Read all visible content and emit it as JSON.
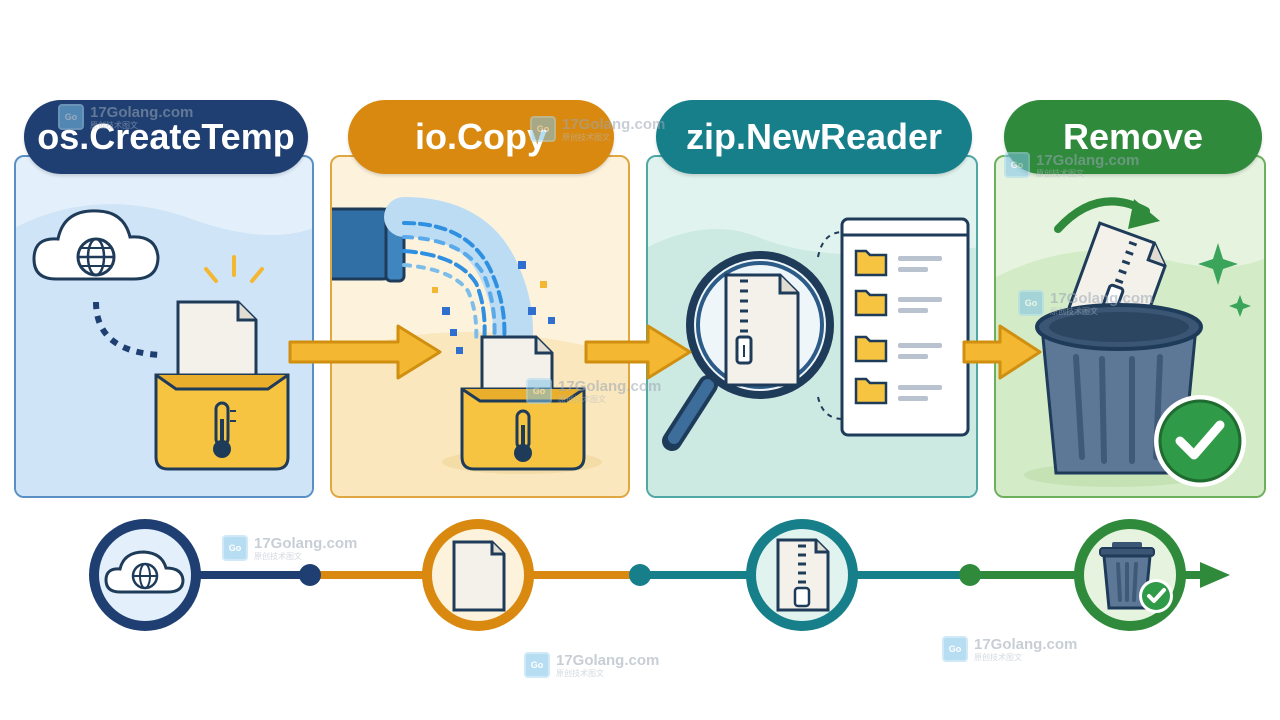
{
  "steps": [
    {
      "label": "os.CreateTemp",
      "color": "#1f3f73",
      "panel_bg": "#e3f0fb",
      "panel_border": "#5a8fc6"
    },
    {
      "label": "io.Copy",
      "color": "#d9890f",
      "panel_bg": "#fdf3dd",
      "panel_border": "#e0a640"
    },
    {
      "label": "zip.NewReader",
      "color": "#167f8a",
      "panel_bg": "#e1f3ef",
      "panel_border": "#4fa7a6"
    },
    {
      "label": "Remove",
      "color": "#2f8a3c",
      "panel_bg": "#e6f4df",
      "panel_border": "#6cb05c"
    }
  ],
  "icons": {
    "step1": [
      "cloud-globe-icon",
      "temp-folder-icon",
      "document-icon",
      "thermometer-icon"
    ],
    "step2": [
      "pipe-icon",
      "data-stream-icon",
      "temp-folder-icon",
      "thermometer-icon"
    ],
    "step3": [
      "magnifier-icon",
      "zip-file-icon",
      "file-list-window-icon"
    ],
    "step4": [
      "recycle-arrow-icon",
      "trash-bin-icon",
      "zip-file-icon",
      "checkmark-icon",
      "sparkle-icon"
    ]
  },
  "timeline": {
    "nodes": [
      "cloud-globe-icon",
      "document-icon",
      "zip-file-icon",
      "trash-check-icon"
    ]
  },
  "watermark": {
    "site": "17Golang.com",
    "logo_text": "Go",
    "sub": "原创技术图文"
  },
  "colors": {
    "arrow_fill": "#f4b731",
    "arrow_stroke": "#d08f0f",
    "folder": "#f6c440",
    "outline": "#1f3b5a"
  }
}
